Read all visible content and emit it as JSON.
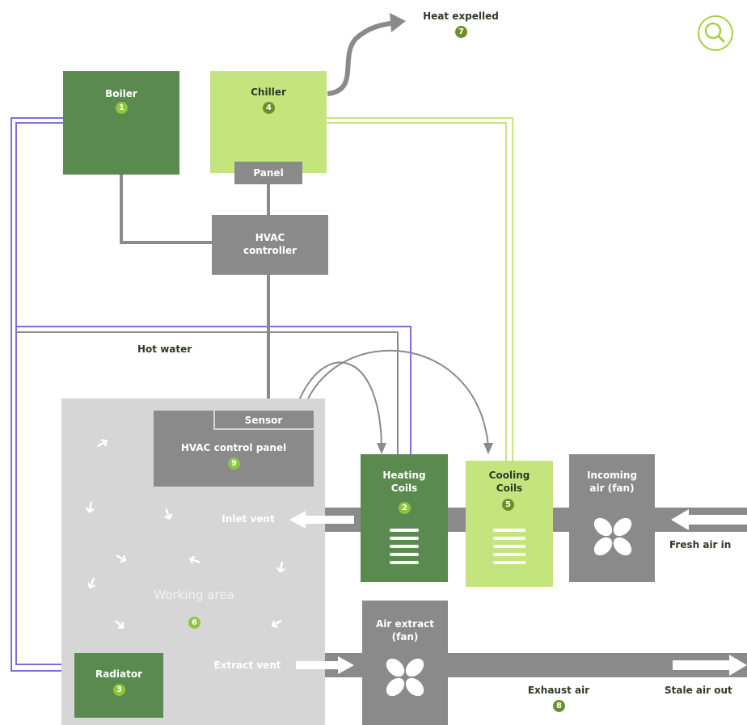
{
  "title": "",
  "colors": {
    "boiler": "#5a8a50",
    "chiller": "#c4e57e",
    "controller": "#8a8a8a",
    "working_area": "#d6d6d6",
    "heating_coils": "#5a8a50",
    "cooling_coils": "#c4e57e",
    "hot_water_line": "#7b6fe0",
    "cold_water_line": "#c4e57e",
    "badge": "#8cc63f"
  },
  "components": {
    "boiler": {
      "label": "Boiler",
      "number": "1"
    },
    "heating_coils": {
      "label": "Heating\nCoils",
      "number": "2"
    },
    "radiator": {
      "label": "Radiator",
      "number": "3"
    },
    "chiller": {
      "label": "Chiller",
      "number": "4"
    },
    "cooling_coils": {
      "label": "Cooling\nCoils",
      "number": "5"
    },
    "working_area": {
      "label": "Working area",
      "number": "6"
    },
    "heat_expelled": {
      "label": "Heat expelled",
      "number": "7"
    },
    "exhaust_air": {
      "label": "Exhaust air",
      "number": "8"
    },
    "control_panel": {
      "label": "HVAC control panel",
      "number": "9"
    },
    "panel": {
      "label": "Panel"
    },
    "hvac_controller": {
      "label": "HVAC\ncontroller"
    },
    "sensor": {
      "label": "Sensor"
    },
    "incoming_air_fan": {
      "label": "Incoming\nair (fan)"
    },
    "air_extract_fan": {
      "label": "Air extract\n(fan)"
    }
  },
  "labels": {
    "hot_water": "Hot water",
    "inlet_vent": "Inlet vent",
    "extract_vent": "Extract vent",
    "fresh_air_in": "Fresh air in",
    "stale_air_out": "Stale air out"
  },
  "icons": {
    "magnifier": "magnifier-icon",
    "fan": "fan-icon",
    "arrow": "arrow-icon"
  }
}
